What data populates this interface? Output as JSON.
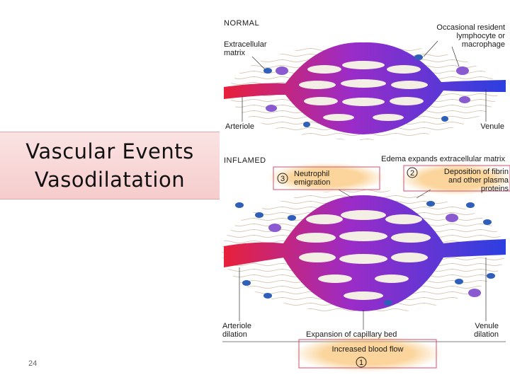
{
  "slide": {
    "title_line1": "Vascular Events",
    "title_line2": "Vasodilatation",
    "page_number": "24"
  },
  "diagram": {
    "normal": {
      "header": "NORMAL",
      "extracellular_line1": "Extracellular",
      "extracellular_line2": "matrix",
      "resident_line1": "Occasional resident",
      "resident_line2": "lymphocyte or",
      "resident_line3": "macrophage",
      "arteriole": "Arteriole",
      "venule": "Venule"
    },
    "inflamed": {
      "header": "INFLAMED",
      "edema": "Edema expands extracellular matrix",
      "step3_num": "3",
      "neutrophil_line1": "Neutrophil",
      "neutrophil_line2": "emigration",
      "step2_num": "2",
      "fibrin_line1": "Deposition of fibrin",
      "fibrin_line2": "and other plasma",
      "fibrin_line3": "proteins",
      "arteriole_line1": "Arteriole",
      "arteriole_line2": "dilation",
      "expansion": "Expansion of capillary bed",
      "venule_line1": "Venule",
      "venule_line2": "dilation",
      "blood_flow": "Increased blood flow",
      "step1_num": "1"
    },
    "colors": {
      "arterial": "#e8203a",
      "venous": "#2c3fe0",
      "highlight": "#f7b24a",
      "cell_blue": "#2f5fb8",
      "cell_purple": "#8a5ad0"
    }
  }
}
